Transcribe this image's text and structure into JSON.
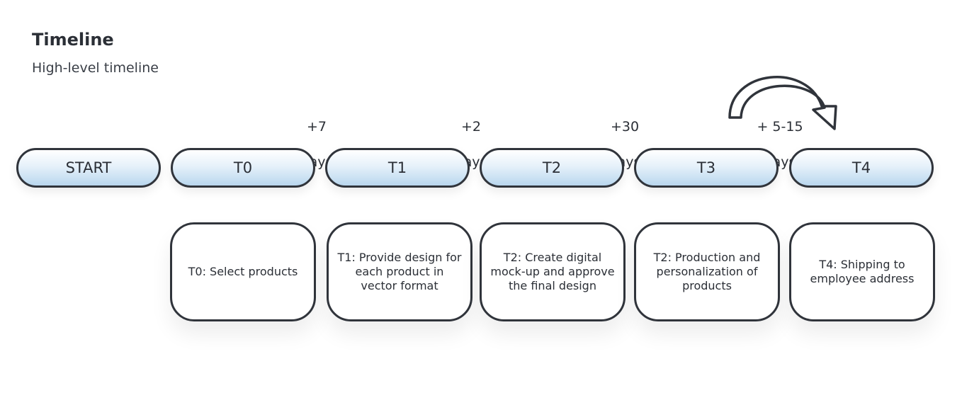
{
  "header": {
    "title": "Timeline",
    "subtitle": "High-level timeline"
  },
  "durations": [
    {
      "line1": "+7",
      "line2": "days"
    },
    {
      "line1": "+2",
      "line2": "days"
    },
    {
      "line1": "+30",
      "line2": "days"
    },
    {
      "line1": "+ 5-15",
      "line2": "days"
    }
  ],
  "stages": [
    {
      "label": "START"
    },
    {
      "label": "T0"
    },
    {
      "label": "T1"
    },
    {
      "label": "T2"
    },
    {
      "label": "T3"
    },
    {
      "label": "T4"
    }
  ],
  "tasks": [
    {
      "text": "T0: Select products"
    },
    {
      "text": "T1: Provide design for each product in vector format"
    },
    {
      "text": "T2: Create digital mock-up and approve the final design"
    },
    {
      "text": "T2: Production and personalization of products"
    },
    {
      "text": "T4: Shipping to employee address"
    }
  ],
  "colors": {
    "outline": "#30343b",
    "stage_fill_top": "#ffffff",
    "stage_fill_bottom": "#b9d7ee",
    "text": "#2b2f36"
  }
}
